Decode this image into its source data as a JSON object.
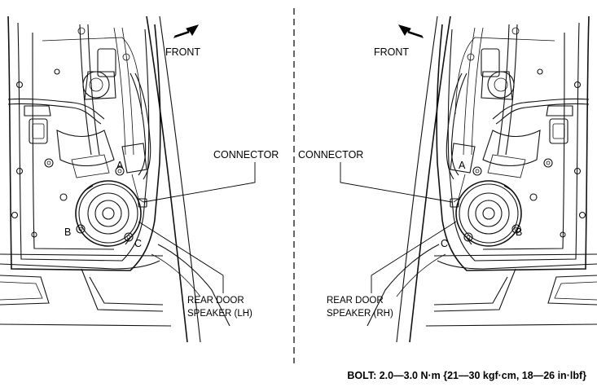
{
  "labels": {
    "front_left": "FRONT",
    "front_right": "FRONT",
    "connector_left": "CONNECTOR",
    "connector_right": "CONNECTOR",
    "speaker_left_line1": "REAR DOOR",
    "speaker_left_line2": "SPEAKER (LH)",
    "speaker_right_line1": "REAR DOOR",
    "speaker_right_line2": "SPEAKER (RH)",
    "bolt_a": "A",
    "bolt_b": "B",
    "bolt_c": "C",
    "torque_spec": "BOLT: 2.0—3.0 N·m {21—30 kgf·cm, 18—26 in·lbf}"
  }
}
